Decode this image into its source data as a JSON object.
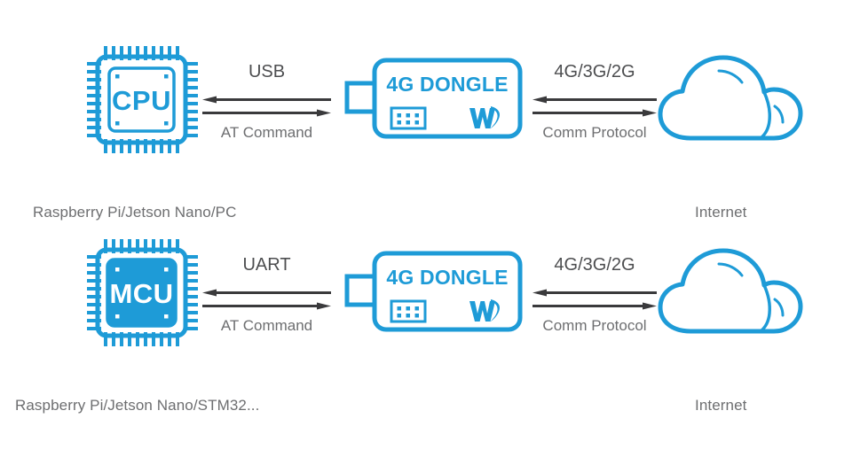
{
  "theme": {
    "brand_blue": "#1e9bd7",
    "arrow_gray": "#3a3a3c",
    "text_gray": "#6d6e70",
    "label_gray": "#4d4e50",
    "background": "#ffffff"
  },
  "rows": [
    {
      "id": "usb-row",
      "host": {
        "type": "chip",
        "label": "CPU",
        "style": "outline",
        "caption": "Raspberry Pi/Jetson Nano/PC"
      },
      "link_left": {
        "top_label": "USB",
        "bottom_label": "AT Command",
        "top_arrow_direction": "left",
        "bottom_arrow_direction": "right"
      },
      "device": {
        "type": "dongle",
        "title": "4G DONGLE",
        "sim_icon": "sim-slot-icon",
        "brand_icon": "waveshare-logo-icon"
      },
      "link_right": {
        "top_label": "4G/3G/2G",
        "bottom_label": "Comm Protocol",
        "top_arrow_direction": "left",
        "bottom_arrow_direction": "right"
      },
      "endpoint": {
        "type": "cloud",
        "caption": "Internet"
      }
    },
    {
      "id": "uart-row",
      "host": {
        "type": "chip",
        "label": "MCU",
        "style": "filled",
        "caption": "Raspberry Pi/Jetson Nano/STM32..."
      },
      "link_left": {
        "top_label": "UART",
        "bottom_label": "AT Command",
        "top_arrow_direction": "left",
        "bottom_arrow_direction": "right"
      },
      "device": {
        "type": "dongle",
        "title": "4G DONGLE",
        "sim_icon": "sim-slot-icon",
        "brand_icon": "waveshare-logo-icon"
      },
      "link_right": {
        "top_label": "4G/3G/2G",
        "bottom_label": "Comm Protocol",
        "top_arrow_direction": "left",
        "bottom_arrow_direction": "right"
      },
      "endpoint": {
        "type": "cloud",
        "caption": "Internet"
      }
    }
  ]
}
